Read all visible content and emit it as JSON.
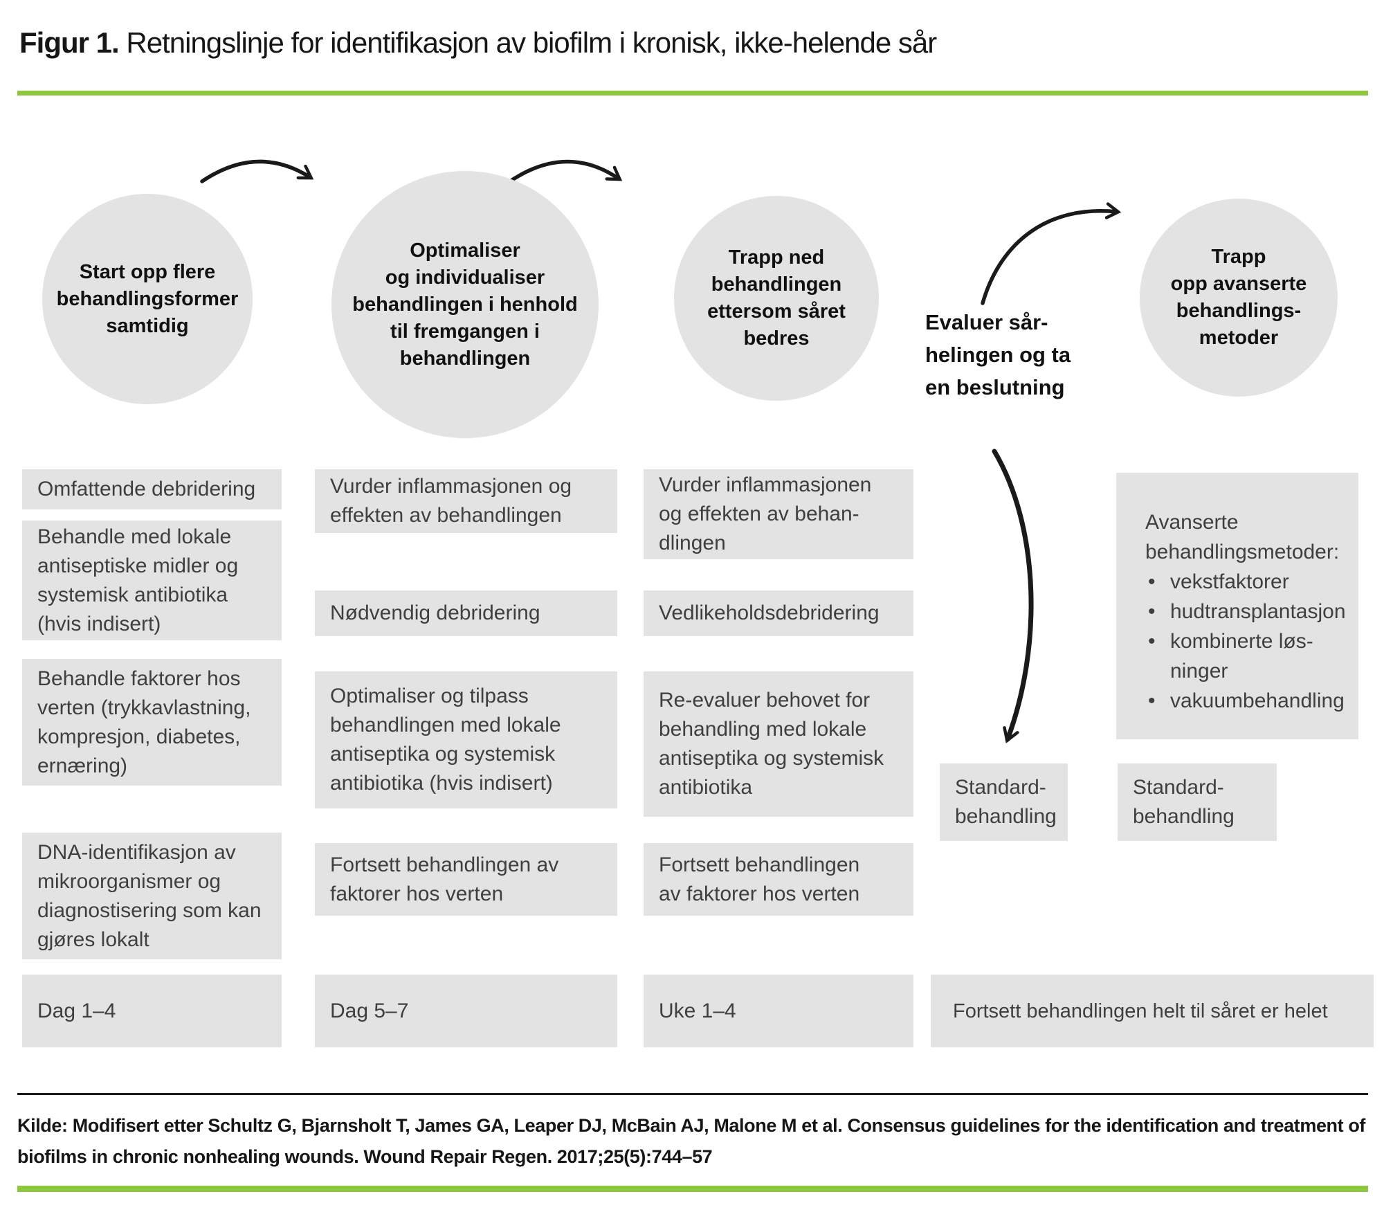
{
  "colors": {
    "accent_green": "#8dc63f",
    "shape_gray": "#e3e3e3",
    "ink": "#1a1a1a",
    "box_text": "#3f3f3f"
  },
  "title": {
    "prefix": "Figur 1.",
    "rest": " Retningslinje for identifikasjon av biofilm i kronisk, ikke-helende sår"
  },
  "circles": [
    {
      "text": "Start opp flere\nbehandlingsformer\nsamtidig"
    },
    {
      "text": "Optimaliser\nog individualiser\nbehandlingen i henhold\ntil fremgangen i\nbehandlingen"
    },
    {
      "text": "Trapp ned\nbehandlingen\nettersom såret\nbedres"
    },
    {
      "text": "Trapp\nopp avanserte\nbehandlings-\nmetoder"
    }
  ],
  "evaluate_note": "Evaluer sår-\nhelingen og ta\nen beslutning",
  "columns": [
    {
      "boxes": [
        "Omfattende debridering",
        "Behandle med lokale\nantiseptiske midler og\nsystemisk antibiotika\n(hvis indisert)",
        "Behandle faktorer hos\nverten (trykkavlastning,\nkompresjon, diabetes,\nernæring)",
        "DNA-identifikasjon av\nmikroorganismer og\ndiagnostisering som kan\ngjøres lokalt"
      ],
      "timeframe": "Dag 1–4"
    },
    {
      "boxes": [
        "Vurder inflammasjonen og\neffekten av behandlingen",
        "Nødvendig debridering",
        "Optimaliser og tilpass\nbehandlingen med lokale\nantiseptika og systemisk\nantibiotika (hvis indisert)",
        "Fortsett behandlingen av\nfaktorer hos verten"
      ],
      "timeframe": "Dag 5–7"
    },
    {
      "boxes": [
        "Vurder inflammasjonen\nog effekten av behan-\ndlingen",
        "Vedlikeholdsdebridering",
        "Re-evaluer behovet for\nbehandling med lokale\nantiseptika og systemisk\nantibiotika",
        "Fortsett behandlingen\nav faktorer hos verten"
      ],
      "timeframe": "Uke 1–4"
    }
  ],
  "advanced_methods": {
    "heading": "Avanserte\nbehandlingsmetoder:",
    "bullets": [
      "vekstfaktorer",
      "hudtransplantasjon",
      "kombinerte løs-\nninger",
      "vakuumbehandling"
    ]
  },
  "standard_care": {
    "left": "Standard-\nbehandling",
    "right": "Standard-\nbehandling"
  },
  "continue_note": "Fortsett behandlingen helt til såret er helet",
  "footer": {
    "line1": "Kilde: Modifisert etter Schultz G, Bjarnsholt T, James GA, Leaper DJ, McBain AJ, Malone M et al. Consensus guidelines for the identification and treatment of",
    "line2": "biofilms in chronic nonhealing wounds. Wound Repair Regen. 2017;25(5):744–57"
  }
}
